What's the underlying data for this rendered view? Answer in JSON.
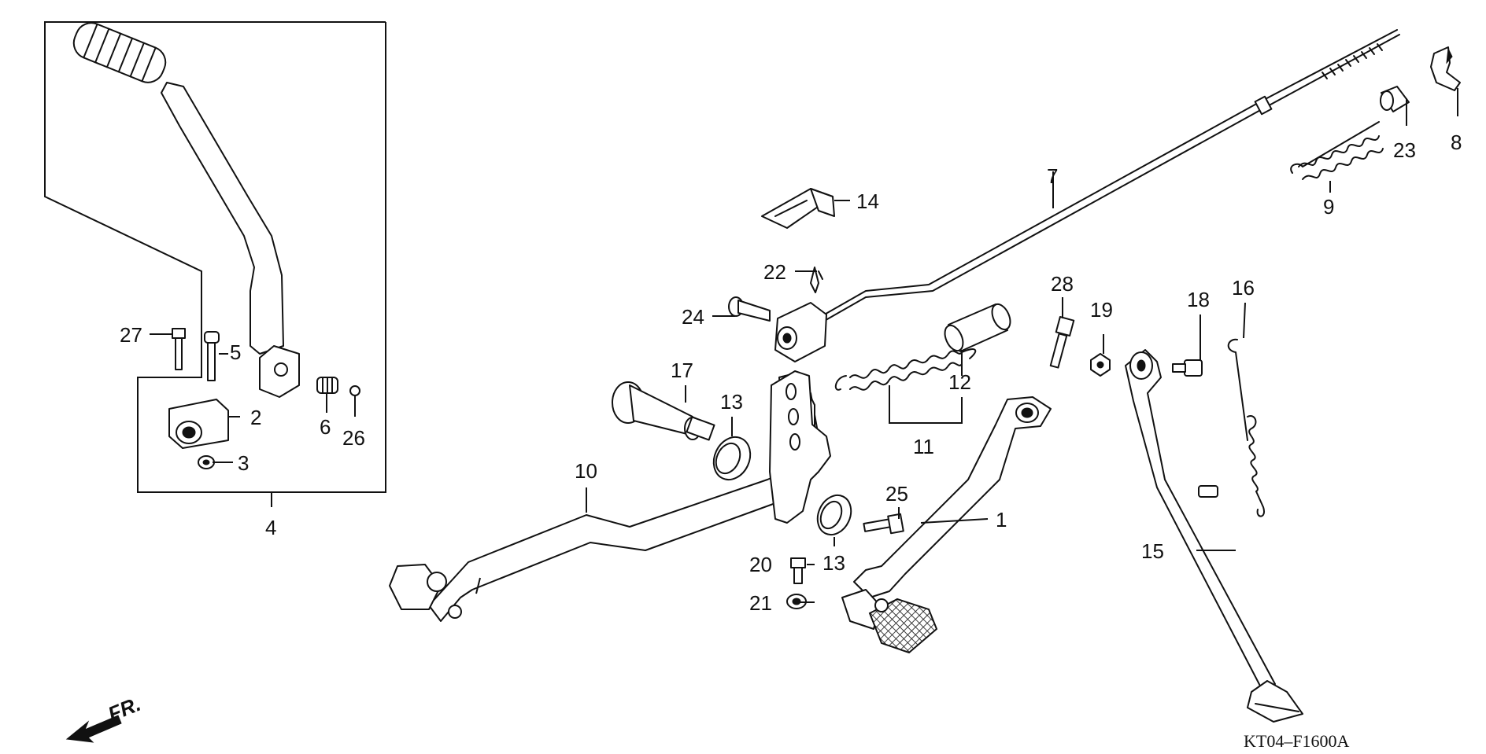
{
  "diagram": {
    "catalog_code": "KT04–F1600A",
    "direction_label": "FR.",
    "direction_icon": "arrow-front-icon",
    "callouts": {
      "c1": "1",
      "c2": "2",
      "c3": "3",
      "c4": "4",
      "c5": "5",
      "c6": "6",
      "c7": "7",
      "c8": "8",
      "c9": "9",
      "c10": "10",
      "c11": "11",
      "c12": "12",
      "c13a": "13",
      "c13b": "13",
      "c14": "14",
      "c15": "15",
      "c16": "16",
      "c17": "17",
      "c18": "18",
      "c19": "19",
      "c20": "20",
      "c21": "21",
      "c22": "22",
      "c23": "23",
      "c24": "24",
      "c25": "25",
      "c26": "26",
      "c27": "27",
      "c28": "28"
    }
  }
}
